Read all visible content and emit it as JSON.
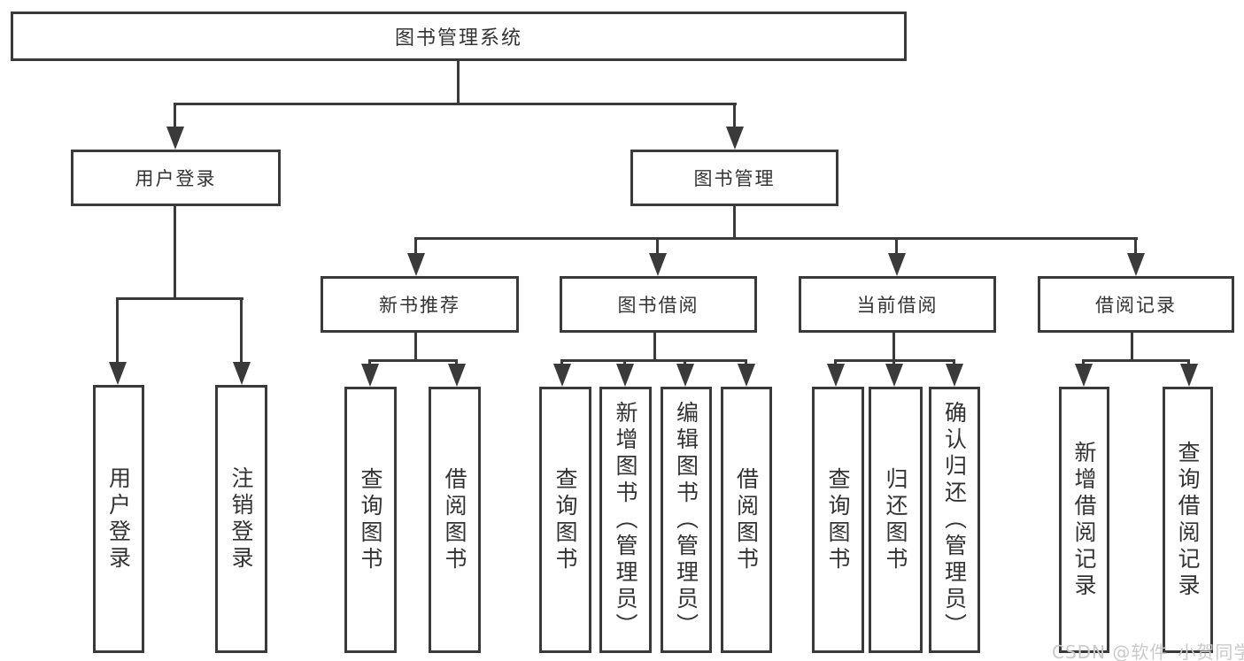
{
  "diagram": {
    "root": {
      "label": "图书管理系统"
    },
    "level1": [
      {
        "label": "用户登录"
      },
      {
        "label": "图书管理"
      }
    ],
    "level2": [
      {
        "label": "新书推荐"
      },
      {
        "label": "图书借阅"
      },
      {
        "label": "当前借阅"
      },
      {
        "label": "借阅记录"
      }
    ],
    "leaves": {
      "login": [
        "用户登录",
        "注销登录"
      ],
      "newbook": [
        "查询图书",
        "借阅图书"
      ],
      "borrow": [
        "查询图书",
        "新增图书（管理员）",
        "编辑图书（管理员）",
        "借阅图书"
      ],
      "current": [
        "查询图书",
        "归还图书",
        "确认归还（管理员）"
      ],
      "records": [
        "新增借阅记录",
        "查询借阅记录"
      ]
    },
    "watermark": "CSDN @软件_小贺同学",
    "colors": {
      "line": "#3a3a3a",
      "text": "#333333",
      "watermark": "#c9c9c9",
      "background": "#ffffff"
    }
  }
}
